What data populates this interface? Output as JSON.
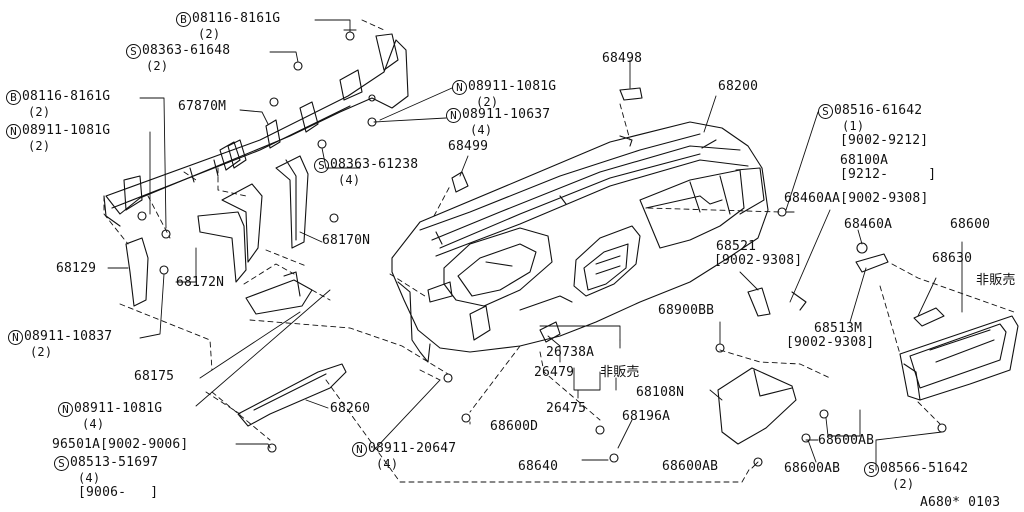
{
  "diagram_code": "A680* 0103",
  "labels": {
    "b_08116_top": {
      "mark": "B",
      "text": "08116-8161G",
      "qty": "(2)"
    },
    "s_08363_61648": {
      "mark": "S",
      "text": "08363-61648",
      "qty": "(2)"
    },
    "b_08116_left": {
      "mark": "B",
      "text": "08116-8161G",
      "qty": "(2)"
    },
    "p_67870M": {
      "text": "67870M"
    },
    "n_08911_1081G_left": {
      "mark": "N",
      "text": "08911-1081G",
      "qty": "(2)"
    },
    "n_08911_1081G_top": {
      "mark": "N",
      "text": "08911-1081G",
      "qty": "(2)"
    },
    "n_08911_10637": {
      "mark": "N",
      "text": "08911-10637",
      "qty": "(4)"
    },
    "s_08363_61238": {
      "mark": "S",
      "text": "08363-61238",
      "qty": "(4)"
    },
    "p_68498": {
      "text": "68498"
    },
    "p_68499": {
      "text": "68499"
    },
    "p_68200": {
      "text": "68200"
    },
    "s_08516_61642": {
      "mark": "S",
      "text": "08516-61642",
      "qty": "(1)",
      "range": "[9002-9212]"
    },
    "p_68100A": {
      "text": "68100A",
      "range": "[9212-     ]"
    },
    "p_68460AA": {
      "text": "68460AA[9002-9308]"
    },
    "p_68460A": {
      "text": "68460A"
    },
    "p_68600": {
      "text": "68600"
    },
    "p_68630": {
      "text": "68630"
    },
    "not_for_sale_right": {
      "text": "非販売"
    },
    "p_68521": {
      "text": "68521",
      "range": "[9002-9308]"
    },
    "p_68513M": {
      "text": "68513M",
      "range": "[9002-9308]"
    },
    "p_68900BB": {
      "text": "68900BB"
    },
    "p_68170N": {
      "text": "68170N"
    },
    "p_68129": {
      "text": "68129"
    },
    "p_68172N": {
      "text": "68172N"
    },
    "n_08911_10837": {
      "mark": "N",
      "text": "08911-10837",
      "qty": "(2)"
    },
    "p_68175": {
      "text": "68175"
    },
    "p_26738A": {
      "text": "26738A"
    },
    "not_for_sale_mid": {
      "text": "非販売"
    },
    "p_26479": {
      "text": "26479"
    },
    "p_26475": {
      "text": "26475"
    },
    "p_68108N": {
      "text": "68108N"
    },
    "n_08911_1081G_bottom": {
      "mark": "N",
      "text": "08911-1081G",
      "qty": "(4)"
    },
    "p_68260": {
      "text": "68260"
    },
    "p_68600D": {
      "text": "68600D"
    },
    "p_68196A": {
      "text": "68196A"
    },
    "p_68600AB_right": {
      "text": "68600AB"
    },
    "p_96501A": {
      "text": "96501A[9002-9006]"
    },
    "n_08911_20647": {
      "mark": "N",
      "text": "08911-20647",
      "qty": "(4)"
    },
    "s_08513_51697": {
      "mark": "S",
      "text": "08513-51697",
      "qty": "(4)",
      "range": "[9006-   ]"
    },
    "p_68640": {
      "text": "68640"
    },
    "p_68600AB_left": {
      "text": "68600AB"
    },
    "p_68600AB_mid": {
      "text": "68600AB"
    },
    "s_08566_51642": {
      "mark": "S",
      "text": "08566-51642",
      "qty": "(2)"
    }
  }
}
